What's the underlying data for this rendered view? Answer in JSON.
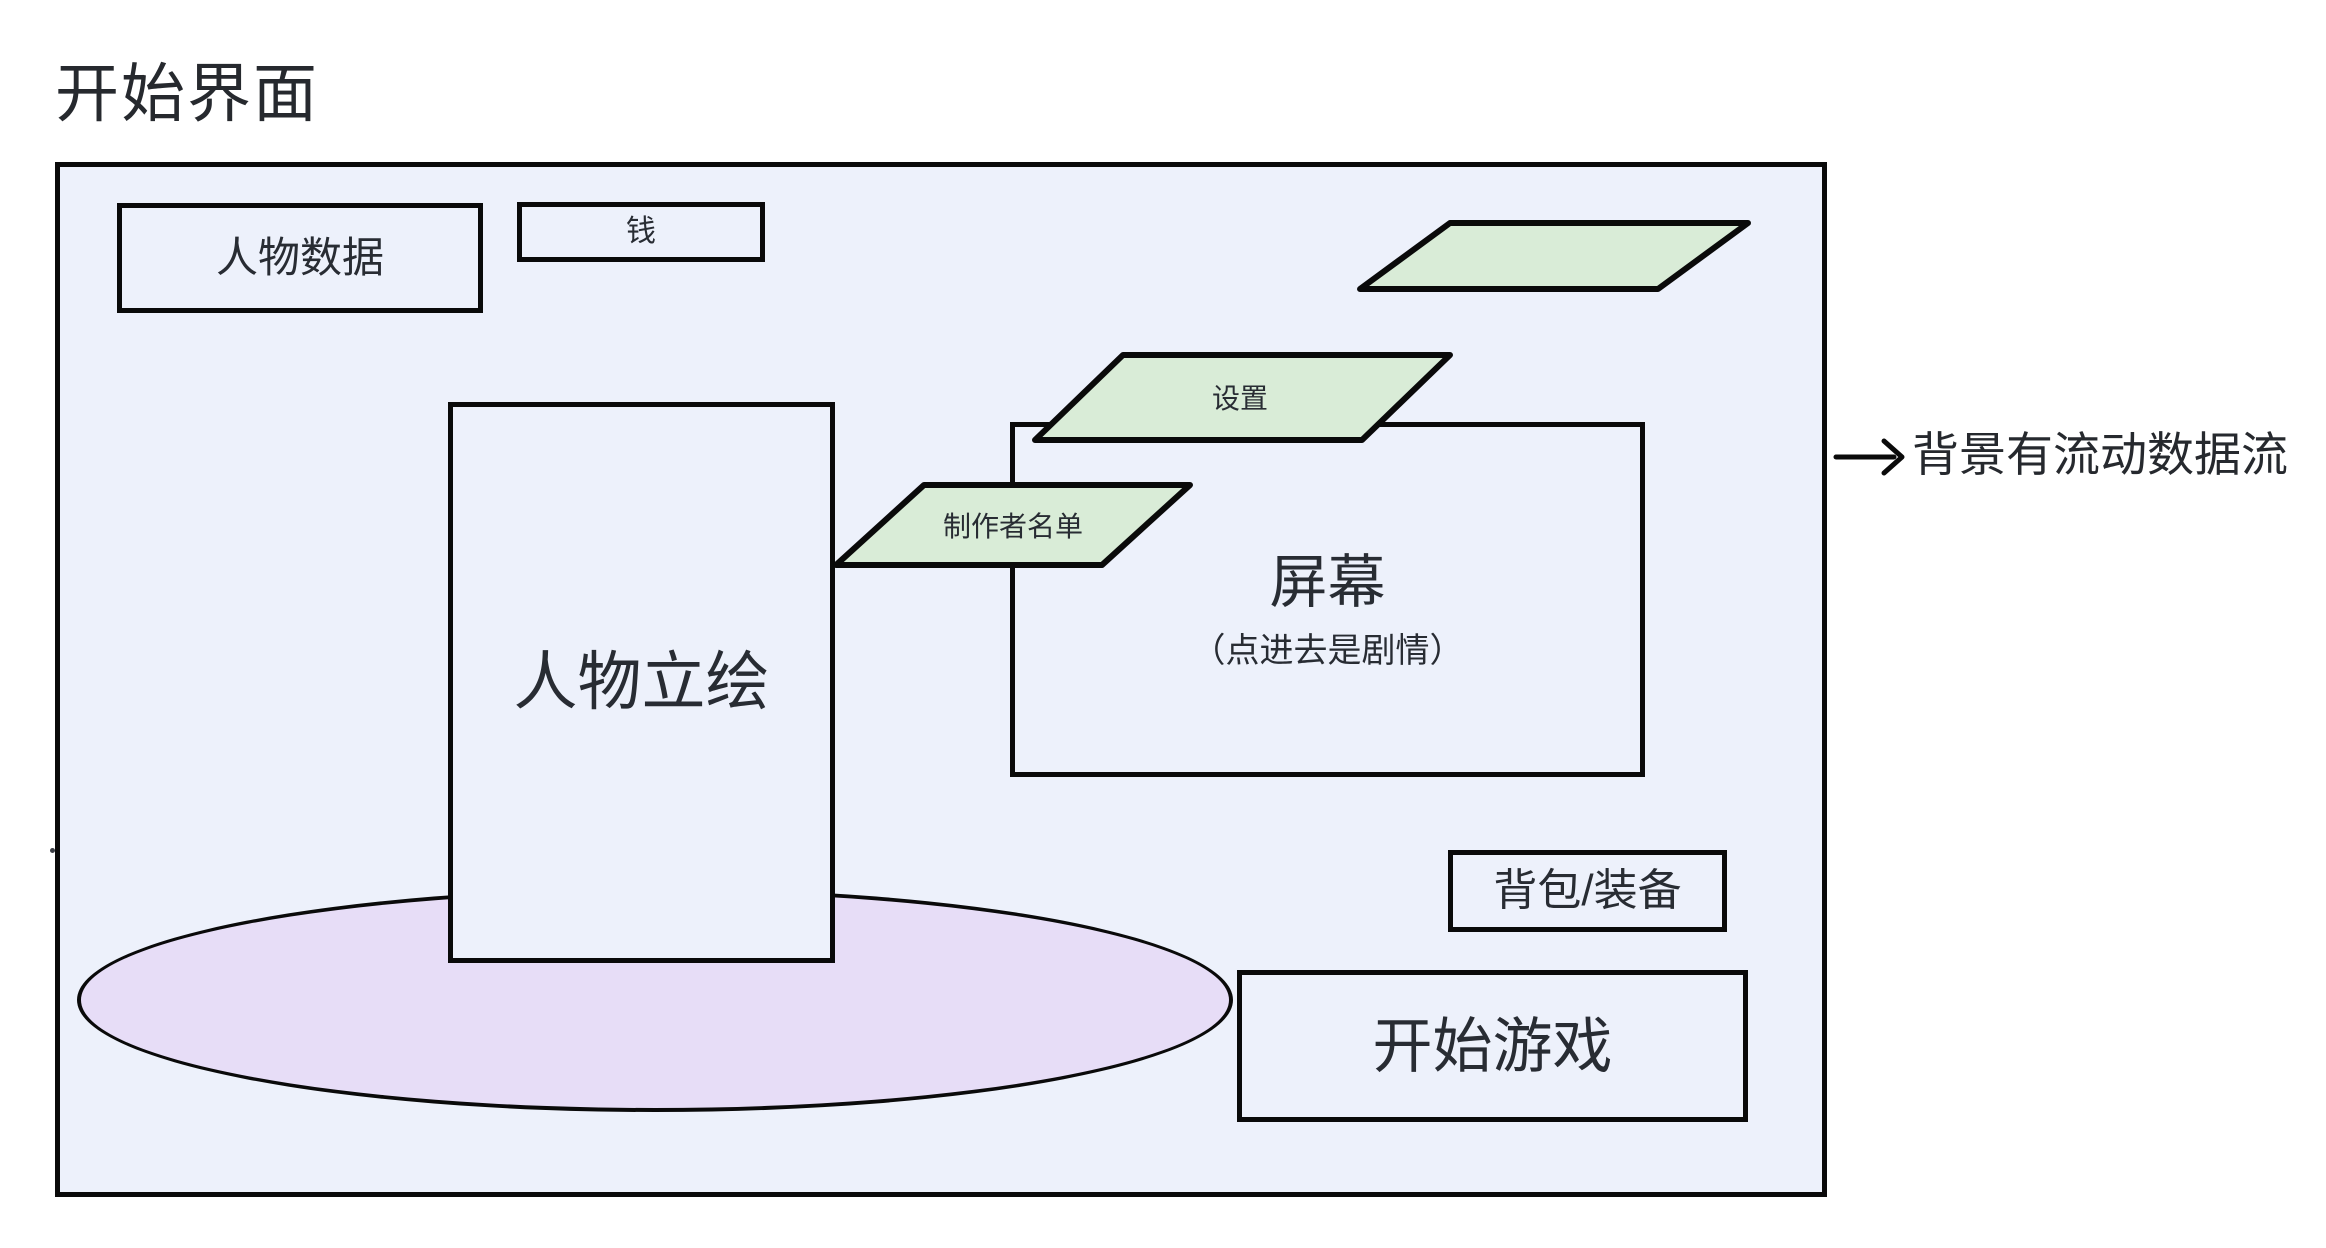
{
  "title": "开始界面",
  "colors": {
    "panel_fill": "#edf1fb",
    "green_fill": "#d9ecd7",
    "purple_fill": "#e7ddf7",
    "stroke": "#0a0a0a",
    "text": "#282c33",
    "page_background": "#ffffff"
  },
  "diagram": {
    "character_data_label": "人物数据",
    "money_label": "钱",
    "portrait_label": "人物立绘",
    "screen_label": "屏幕",
    "screen_sublabel": "（点进去是剧情）",
    "settings_label": "设置",
    "credits_label": "制作者名单",
    "backpack_label": "背包/装备",
    "start_game_label": "开始游戏",
    "background_note": "背景有流动数据流"
  }
}
